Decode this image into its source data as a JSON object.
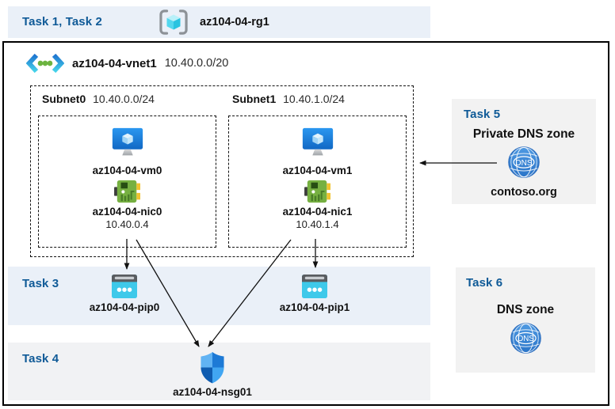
{
  "banner": {
    "label": "Task 1, Task 2",
    "resource_group": "az104-04-rg1"
  },
  "vnet": {
    "name": "az104-04-vnet1",
    "cidr": "10.40.0.0/20"
  },
  "subnets": [
    {
      "name": "Subnet0",
      "cidr": "10.40.0.0/24",
      "vm_name": "az104-04-vm0",
      "nic_name": "az104-04-nic0",
      "nic_ip": "10.40.0.4"
    },
    {
      "name": "Subnet1",
      "cidr": "10.40.1.0/24",
      "vm_name": "az104-04-vm1",
      "nic_name": "az104-04-nic1",
      "nic_ip": "10.40.1.4"
    }
  ],
  "task3": {
    "label": "Task 3",
    "pip0": "az104-04-pip0",
    "pip1": "az104-04-pip1"
  },
  "task4": {
    "label": "Task 4",
    "nsg_name": "az104-04-nsg01"
  },
  "task5": {
    "label": "Task 5",
    "title": "Private DNS zone",
    "zone_name": "contoso.org",
    "dns_label": "DNS"
  },
  "task6": {
    "label": "Task 6",
    "title": "DNS zone",
    "dns_label": "DNS"
  },
  "colors": {
    "task_header_blue": "#0f5a97",
    "band_blue": "#eaf0f8",
    "panel_gray": "#f2f2f2",
    "vm_blue": "#1b7fd4",
    "nic_green": "#76b041",
    "pip_cyan": "#3ec9ea",
    "nsg_shield_blue": "#2188e8",
    "dns_blue": "#3a87d8",
    "rg_cube_cyan": "#35c8e4",
    "vnet_dot_green": "#6cb33f",
    "arrow": "#111111"
  }
}
